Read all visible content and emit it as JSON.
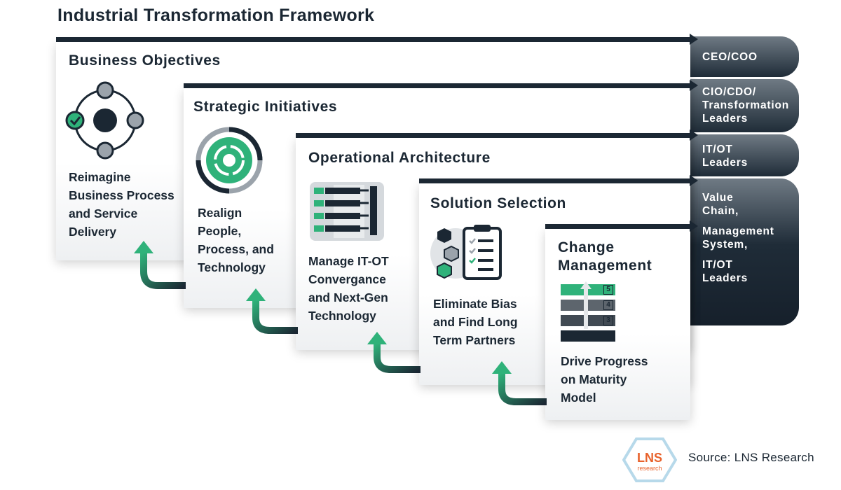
{
  "title": "Industrial Transformation Framework",
  "levels": [
    {
      "title": "Business Objectives",
      "desc": [
        "Reimagine",
        "Business Process",
        "and Service",
        "Delivery"
      ]
    },
    {
      "title": "Strategic Initiatives",
      "desc": [
        "Realign",
        "People,",
        "Process, and",
        "Technology"
      ]
    },
    {
      "title": "Operational Architecture",
      "desc": [
        "Manage IT-OT",
        "Convergance",
        "and Next-Gen",
        "Technology"
      ]
    },
    {
      "title": "Solution Selection",
      "desc": [
        "Eliminate Bias",
        "and Find Long",
        "Term Partners"
      ]
    },
    {
      "title_lines": [
        "Change",
        "Management"
      ],
      "desc": [
        "Drive Progress",
        "on Maturity",
        "Model"
      ]
    }
  ],
  "roles": [
    {
      "lines": [
        "CEO/COO"
      ]
    },
    {
      "lines": [
        "CIO/CDO/",
        "Transformation",
        "Leaders"
      ]
    },
    {
      "lines": [
        "IT/OT",
        "Leaders"
      ]
    },
    {
      "lines": [
        "Value",
        "Chain,",
        "Management",
        "System,",
        "IT/OT",
        "Leaders"
      ]
    }
  ],
  "maturity_levels": [
    "5",
    "4",
    "3"
  ],
  "logo": {
    "text": "LNS",
    "subtext": "research"
  },
  "source": "Source: LNS Research",
  "colors": {
    "navy": "#1b2733",
    "green": "#2fb27a",
    "grey": "#9ba3ab",
    "arrow_green": "#1e8a66"
  }
}
